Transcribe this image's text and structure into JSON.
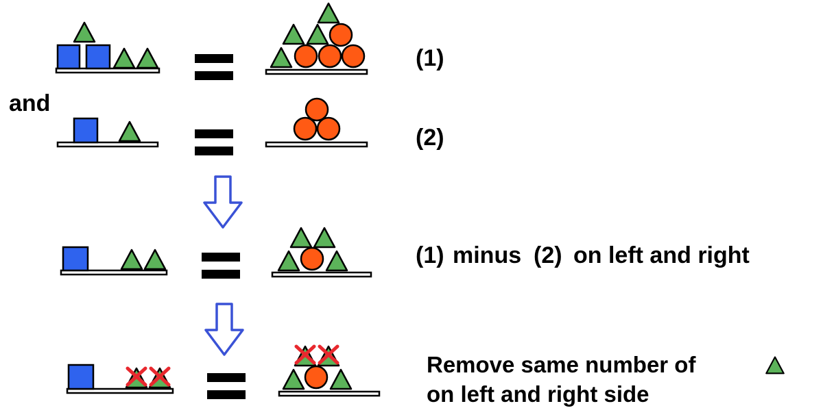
{
  "connector": "and",
  "equations": [
    {
      "label": "(1)"
    },
    {
      "label": "(2)"
    }
  ],
  "step1": {
    "label_a": "(1)",
    "label_mid": "minus",
    "label_b": "(2)",
    "label_tail": "on left and right"
  },
  "step2": {
    "line1": "Remove same number of",
    "line2": "on left and right side"
  },
  "colors": {
    "box": "#2f63ee",
    "triangle": "#5cb35a",
    "circle": "#ff5a14",
    "arrow": "#3a52d6",
    "cross": "#e8282e",
    "ink": "#000000"
  },
  "icons": [
    "blue-square-icon",
    "green-triangle-icon",
    "orange-circle-icon",
    "down-arrow-icon",
    "red-cross-icon",
    "equals-sign-icon",
    "balance-tray-icon"
  ]
}
